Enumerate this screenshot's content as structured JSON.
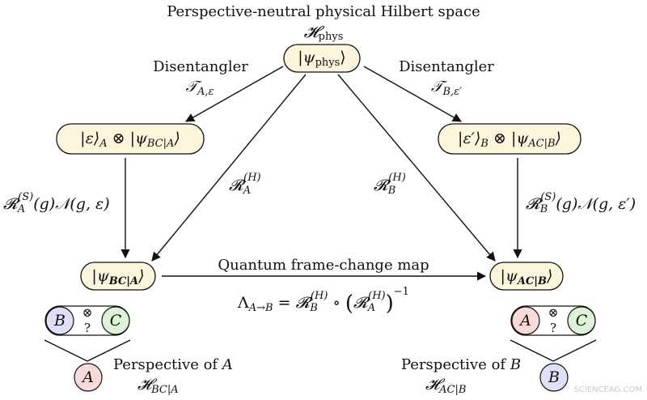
{
  "header": {
    "title": "Perspective-neutral physical Hilbert space",
    "space": "𝓗phys"
  },
  "nodes": {
    "top": "|ψphys⟩",
    "left_mid": "|ε⟩A ⊗ |ψBC|A⟩",
    "right_mid": "|ε′⟩B ⊗ |ψAC|B⟩",
    "left_bottom": "|ψBC|A⟩",
    "right_bottom": "|ψAC|B⟩"
  },
  "edges": {
    "left_disentangler_title": "Disentangler",
    "left_disentangler_op": "𝒯A,ε",
    "right_disentangler_title": "Disentangler",
    "right_disentangler_op": "𝒯B,ε′",
    "left_vertical": "𝓡A(S)(g)𝒩(g, ε)",
    "right_vertical": "𝓡B(S)(g)𝒩(g, ε′)",
    "left_diag": "𝓡A(H)",
    "right_diag": "𝓡B(H)",
    "frame_change_title": "Quantum frame-change map",
    "frame_change_formula": "ΛA→B = 𝓡B(H) ∘ (𝓡A(H))−1"
  },
  "perspectives": {
    "left": {
      "title": "Perspective of A",
      "space": "𝓗BC|A",
      "pair_left": "B",
      "pair_right": "C",
      "observer": "A",
      "tensor": "⊗",
      "question": "?"
    },
    "right": {
      "title": "Perspective of B",
      "space": "𝓗AC|B",
      "pair_left": "A",
      "pair_right": "C",
      "observer": "B",
      "tensor": "⊗",
      "question": "?"
    }
  },
  "colors": {
    "node_fill": "#fbf5dc",
    "blue_fill": "#dde0f7",
    "green_fill": "#dcf3d8",
    "red_fill": "#f8dada"
  },
  "watermark": "SCIENCEAG.COM"
}
